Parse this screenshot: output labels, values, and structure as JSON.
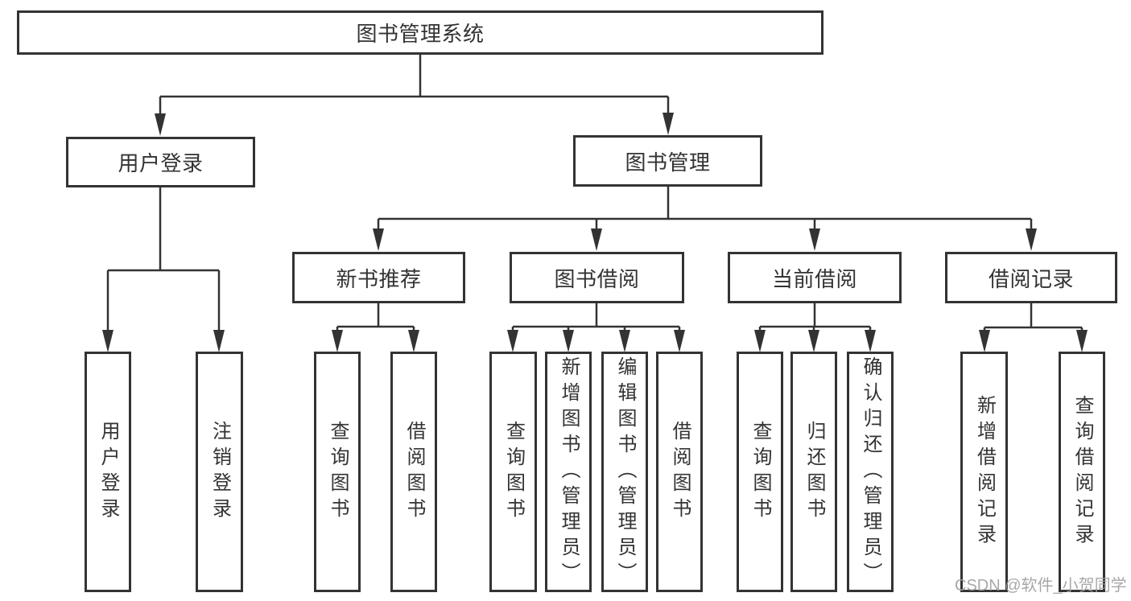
{
  "diagram": {
    "root": {
      "label": "图书管理系统"
    },
    "level2": [
      {
        "label": "用户登录"
      },
      {
        "label": "图书管理"
      }
    ],
    "level3": [
      {
        "label": "新书推荐"
      },
      {
        "label": "图书借阅"
      },
      {
        "label": "当前借阅"
      },
      {
        "label": "借阅记录"
      }
    ],
    "leaves": {
      "user_login": [
        "用户登录",
        "注销登录"
      ],
      "new_books": [
        "查询图书",
        "借阅图书"
      ],
      "book_borrow": [
        "查询图书",
        "新增图书（管理员）",
        "编辑图书（管理员）",
        "借阅图书"
      ],
      "current_borrow": [
        "查询图书",
        "归还图书",
        "确认归还（管理员）"
      ],
      "borrow_records": [
        "新增借阅记录",
        "查询借阅记录"
      ]
    }
  },
  "watermark": {
    "text": "CSDN @软件_小贺同学"
  },
  "colors": {
    "line": "#333333",
    "text": "#333333",
    "watermark": "#9e9e9e"
  }
}
